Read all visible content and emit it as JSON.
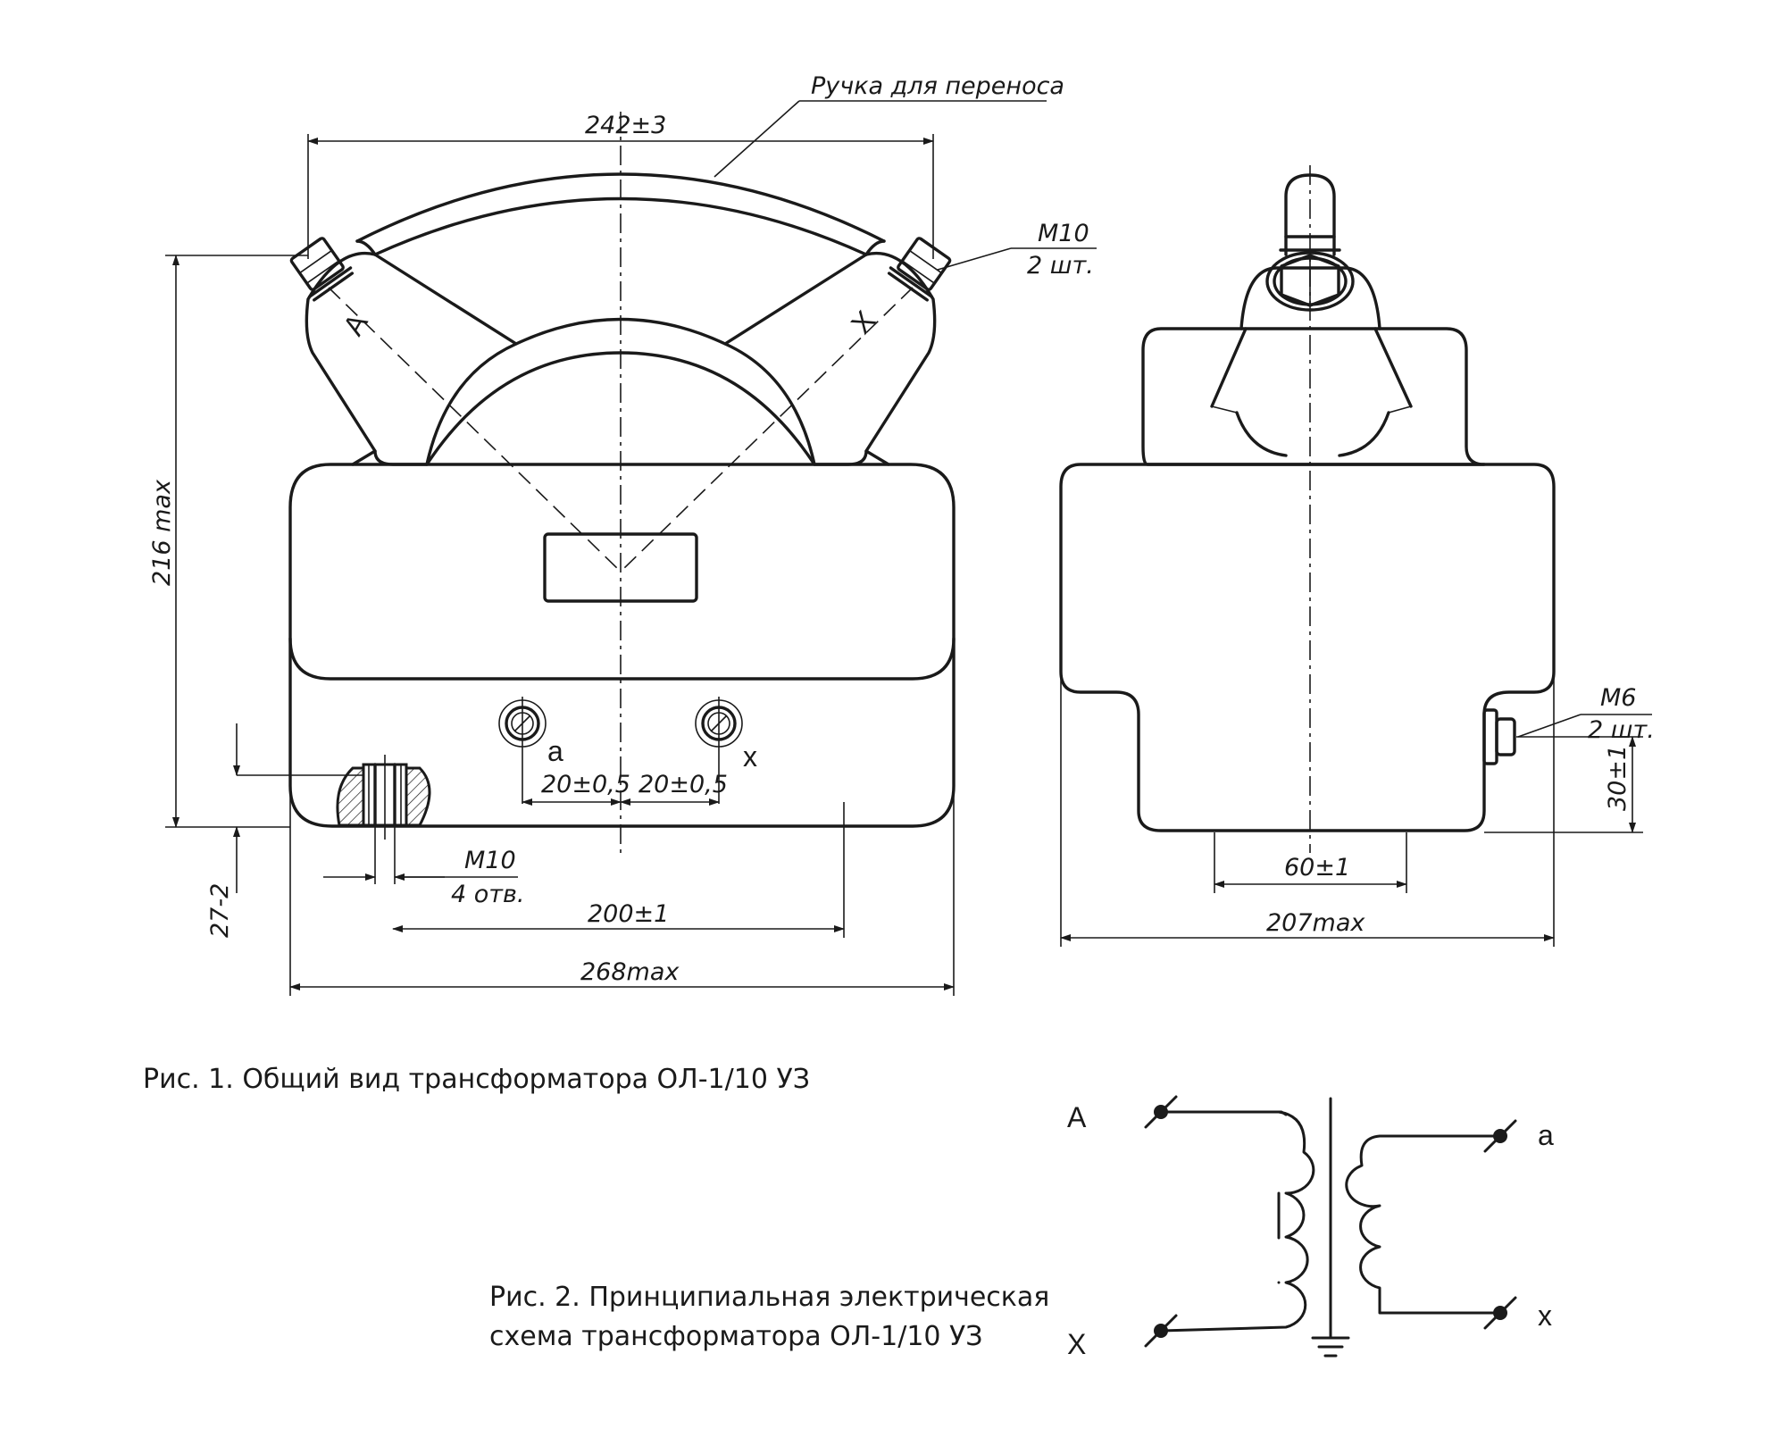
{
  "fig1": {
    "caption": "Рис. 1. Общий вид трансформатора ОЛ-1/10 УЗ",
    "handle_label": "Ручка для переноса",
    "marking_A": "А",
    "marking_X": "Х",
    "dims": {
      "top_width": "242±3",
      "height": "216 max",
      "base_thickness": "27-2",
      "thread_top": "M10",
      "thread_top_qty": "2 шт.",
      "thread_holes": "M10",
      "thread_holes_qty": "4 отв.",
      "hole_spacing": "200±1",
      "total_width": "268max",
      "term_a_offset": "20±0,5",
      "term_x_offset": "20±0,5"
    },
    "terminal_a": "a",
    "terminal_x": "x"
  },
  "side": {
    "thread": "M6",
    "thread_qty": "2 шт.",
    "height_dim": "30±1",
    "foot_width": "60±1",
    "total_width": "207max"
  },
  "fig2": {
    "caption_line1": "Рис. 2. Принципиальная электрическая",
    "caption_line2": "схема трансформатора ОЛ-1/10 УЗ",
    "primary_start": "А",
    "primary_end": "Х",
    "secondary_start": "a",
    "secondary_end": "x"
  }
}
